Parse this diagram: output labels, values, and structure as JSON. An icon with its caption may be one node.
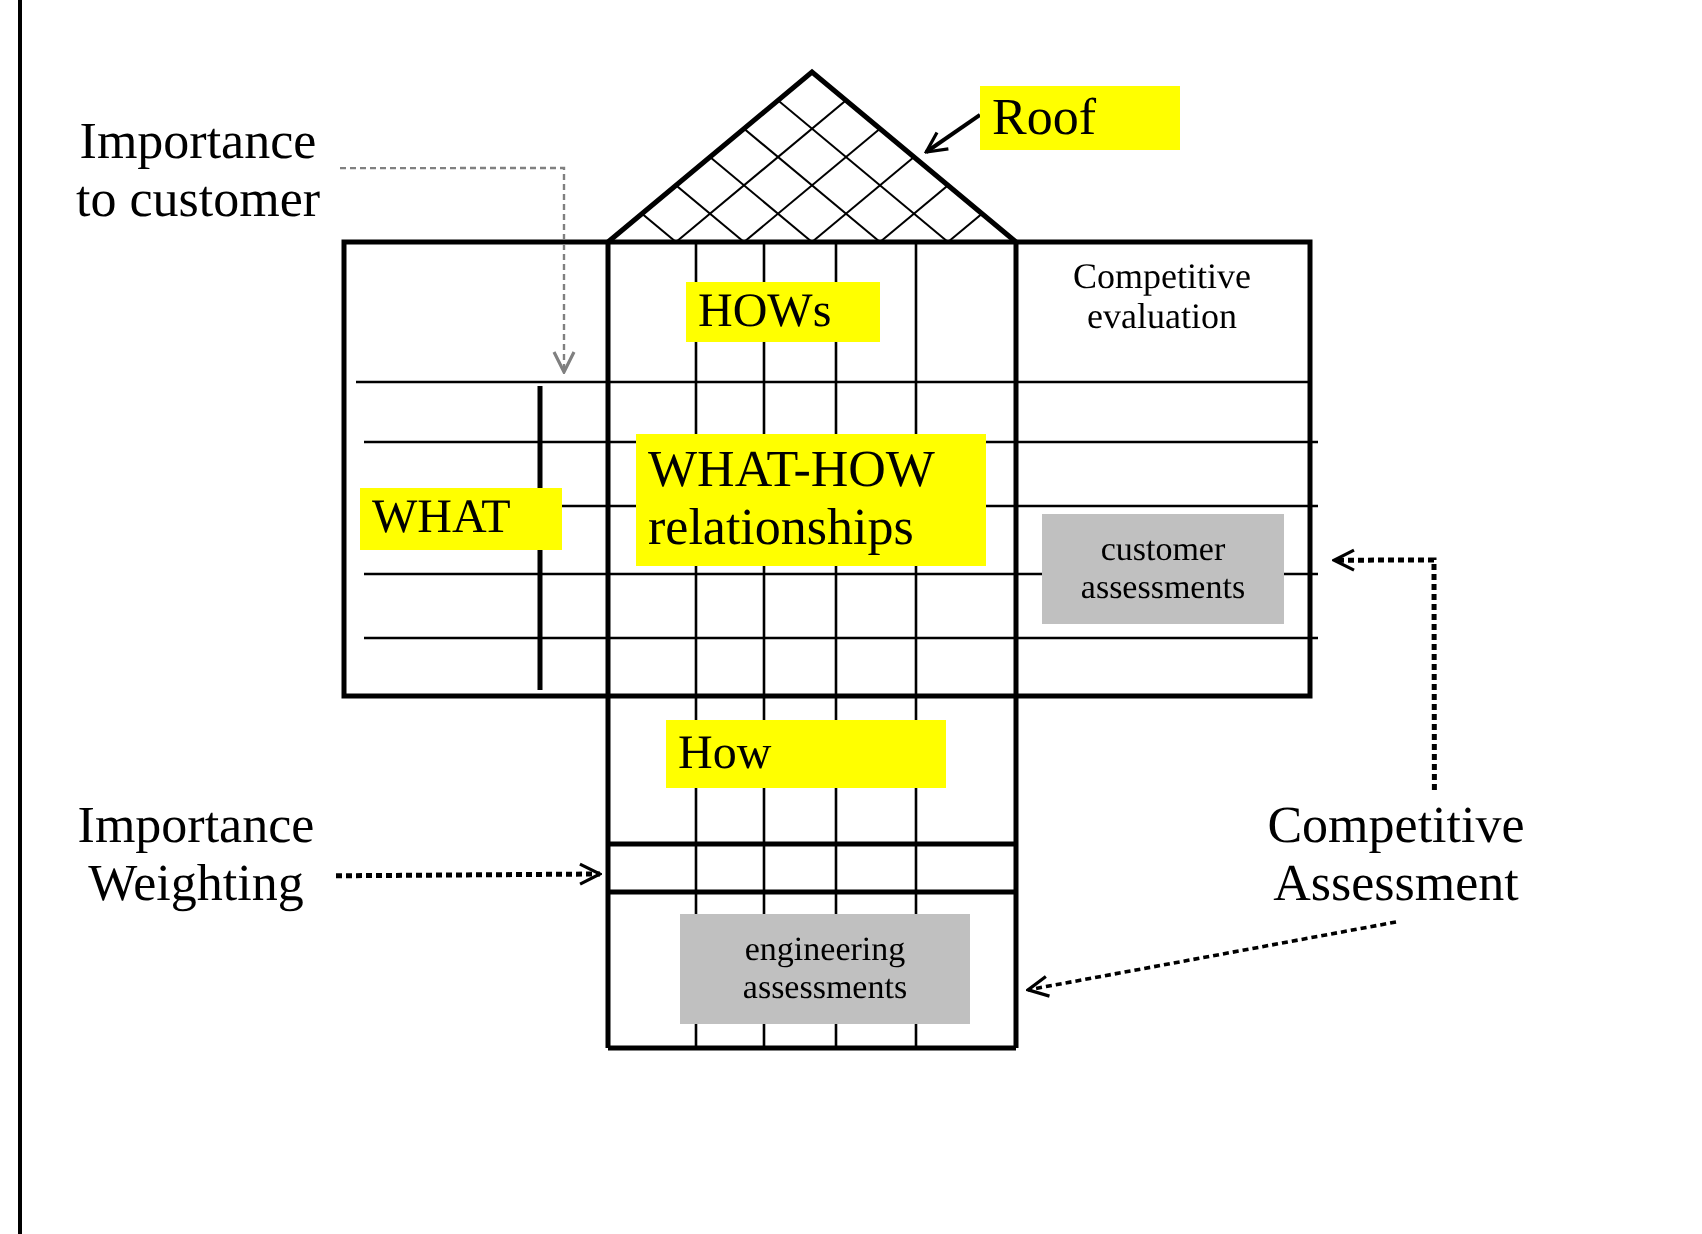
{
  "diagram": {
    "nodes": [
      {
        "text": [
          "Importance to customer"
        ]
      },
      {
        "text": [
          "Roof"
        ]
      },
      {
        "text": [],
        "shape": "triangle"
      },
      {
        "text": [
          "HOWs"
        ]
      },
      {
        "text": [
          "Competitive evaluation"
        ]
      },
      {
        "text": [
          "WHAT"
        ]
      },
      {
        "text": [
          "WHAT-HOW relationships"
        ]
      },
      {
        "text": [
          "customer assessments"
        ]
      },
      {
        "text": [
          "How"
        ]
      },
      {
        "text": [
          "Importance Weighting"
        ]
      },
      {
        "text": [
          "engineering assessments"
        ]
      },
      {
        "text": [
          "Competitive Assessment"
        ]
      }
    ],
    "edges": [
      {
        "from": 0,
        "to": null,
        "arrow": "to",
        "style": "dashed",
        "color": "#808080"
      },
      {
        "from": 1,
        "to": 2,
        "arrow": "to"
      },
      {
        "from": 9,
        "to": null,
        "arrow": "to",
        "style": "dashed"
      },
      {
        "from": 11,
        "to": 7,
        "arrow": "to",
        "style": "dashed"
      },
      {
        "from": 11,
        "to": 10,
        "arrow": "to",
        "style": "dashed"
      }
    ]
  }
}
